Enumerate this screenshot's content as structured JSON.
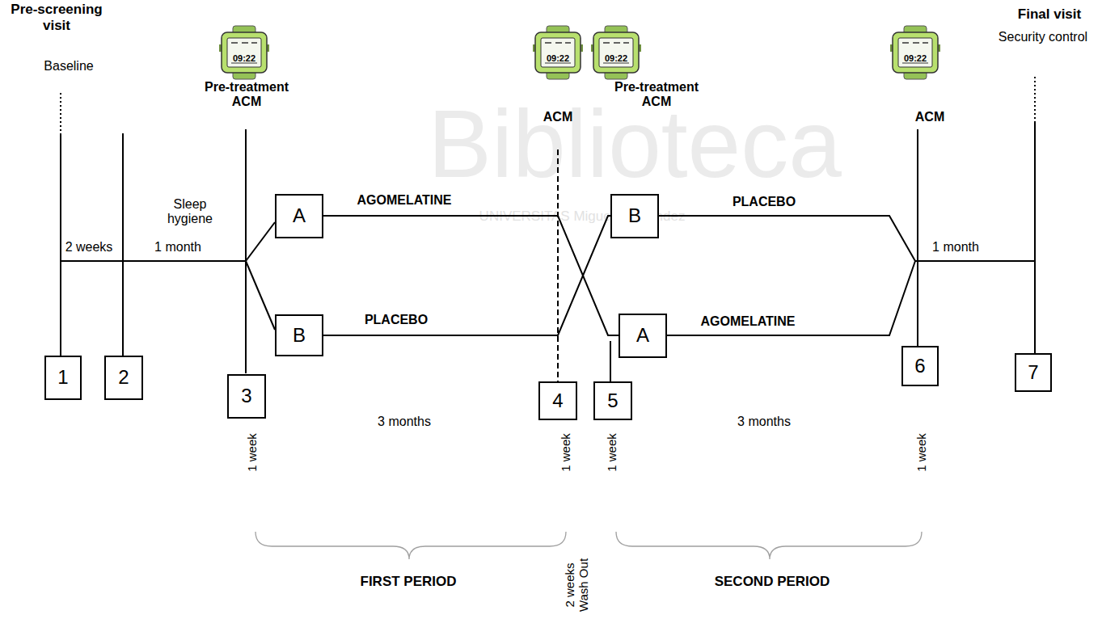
{
  "diagram": {
    "nodes": [
      {
        "text": [
          "A"
        ]
      },
      {
        "text": [
          "B"
        ]
      },
      {
        "text": [
          "B"
        ]
      },
      {
        "text": [
          "A"
        ]
      },
      {
        "text": [
          "1"
        ]
      },
      {
        "text": [
          "2"
        ]
      },
      {
        "text": [
          "3"
        ]
      },
      {
        "text": [
          "4"
        ]
      },
      {
        "text": [
          "5"
        ]
      },
      {
        "text": [
          "6"
        ]
      },
      {
        "text": [
          "7"
        ]
      }
    ],
    "edges": [
      {
        "from": 0,
        "to": 3,
        "arrow": "none",
        "label": "AGOMELATINE"
      },
      {
        "from": 1,
        "to": 2,
        "arrow": "none",
        "label": "PLACEBO"
      }
    ],
    "labels": [
      "Pre-screening visit",
      "Baseline",
      "Final visit",
      "Security control",
      "Pre-treatment ACM",
      "ACM",
      "Pre-treatment ACM",
      "ACM",
      "09:22",
      "09:22",
      "09:22",
      "09:22",
      "Biblioteca",
      "UNIVERSITAS Miguel Hernández",
      "Sleep hygiene",
      "2 weeks",
      "1 month",
      "PLACEBO",
      "AGOMELATINE",
      "1 month",
      "1 week",
      "1 week",
      "1 week",
      "1 week",
      "3 months",
      "3 months",
      "FIRST PERIOD",
      "2 weeks Wash Out",
      "SECOND PERIOD"
    ]
  }
}
